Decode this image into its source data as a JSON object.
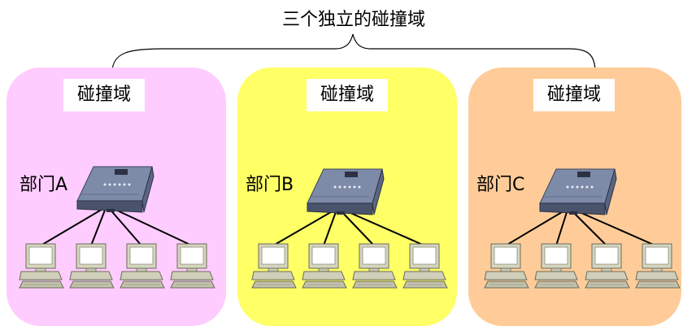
{
  "title": "三个独立的碰撞域",
  "domains": [
    {
      "label": "碰撞域",
      "department": "部门A",
      "color": "#ffccff",
      "hosts": 4
    },
    {
      "label": "碰撞域",
      "department": "部门B",
      "color": "#ffff66",
      "hosts": 4
    },
    {
      "label": "碰撞域",
      "department": "部门C",
      "color": "#ffcc99",
      "hosts": 4
    }
  ],
  "icons": {
    "hub": "hub-icon",
    "host": "computer-icon"
  }
}
